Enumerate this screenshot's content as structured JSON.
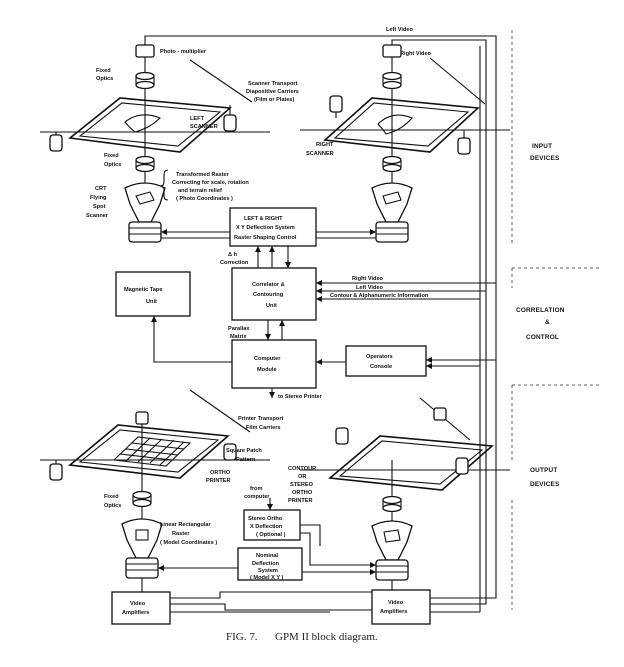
{
  "caption": {
    "fig": "FIG. 7.",
    "title": "GPM II block diagram."
  },
  "sections": {
    "input_1": "INPUT",
    "input_2": "DEVICES",
    "corr_1": "CORRELATION",
    "corr_2": "&",
    "corr_3": "CONTROL",
    "output_1": "OUTPUT",
    "output_2": "DEVICES"
  },
  "labels": {
    "left_video_top": "Left Video",
    "right_video_top": "Right Video",
    "photo_multiplier": "Photo - multiplier",
    "fixed_optics_1": "Fixed",
    "fixed_optics_2": "Optics",
    "scanner_transport_1": "Scanner Transport",
    "scanner_transport_2": "Diapositive Carriers",
    "scanner_transport_3": "(Film or Plates)",
    "left_scanner_1": "LEFT",
    "left_scanner_2": "SCANNER",
    "right_scanner_1": "RIGHT",
    "right_scanner_2": "SCANNER",
    "fixed_optics_b1": "Fixed",
    "fixed_optics_b2": "Optics",
    "transformed_1": "Transformed Raster",
    "transformed_2": "Correcting for scale, rotation",
    "transformed_3": "and terrain relief",
    "transformed_4": "( Photo Coordinates )",
    "crt_1": "CRT",
    "crt_2": "Flying",
    "crt_3": "Spot",
    "crt_4": "Scanner",
    "deflection_1": "LEFT & RIGHT",
    "deflection_2": "X Y Deflection System",
    "deflection_3": "Raster Shaping Control",
    "delta_h": "Δ h",
    "correction": "Correction",
    "right_video_mid": "Right Video",
    "left_video_mid": "Left Video",
    "contour_info": "Contour & Alphanumeric Information",
    "mag_tape_1": "Magnetic Tape",
    "mag_tape_2": "Unit",
    "correlator_1": "Correlator &",
    "correlator_2": "Contouring",
    "correlator_3": "Unit",
    "parallax_1": "Parallax",
    "parallax_2": "Matrix",
    "computer_1": "Computer",
    "computer_2": "Module",
    "operators_1": "Operators",
    "operators_2": "Console",
    "to_stereo_printer": "to Stereo Printer",
    "printer_transport_1": "Printer Transport",
    "printer_transport_2": "Film Carriers",
    "square_patch_1": "Square Patch",
    "square_patch_2": "Pattern",
    "ortho_printer_1": "ORTHO",
    "ortho_printer_2": "PRINTER",
    "contour_printer_1": "CONTOUR",
    "contour_printer_2": "OR",
    "contour_printer_3": "STEREO",
    "contour_printer_4": "ORTHO",
    "contour_printer_5": "PRINTER",
    "fixed_optics_c1": "Fixed",
    "fixed_optics_c2": "Optics",
    "from_computer_1": "from",
    "from_computer_2": "computer",
    "linear_1": "Linear Rectangular",
    "linear_2": "Raster",
    "linear_3": "( Model Coordinates )",
    "stereo_ortho_1": "Stereo Ortho",
    "stereo_ortho_2": "X Deflection",
    "stereo_ortho_3": "( Optional )",
    "nominal_1": "Nominal",
    "nominal_2": "Deflection",
    "nominal_3": "System",
    "nominal_4": "( Model X Y )",
    "video_amp_l1": "Video",
    "video_amp_l2": "Amplifiers",
    "video_amp_r1": "Video",
    "video_amp_r2": "Amplifiers"
  }
}
